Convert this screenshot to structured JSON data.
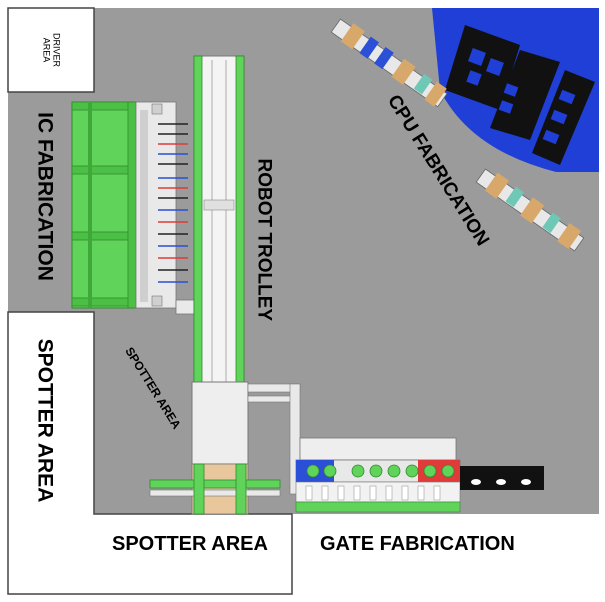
{
  "labels": {
    "driver_area": [
      "DRIVER",
      "AREA"
    ],
    "ic_fabrication": "IC FABRICATION",
    "robot_trolley": "ROBOT TROLLEY",
    "cpu_fabrication": "CPU FABRICATION",
    "spotter_area_left": "SPOTTER AREA",
    "spotter_area_diagonal": "SPOTTER AREA",
    "spotter_area_bottom": "SPOTTER AREA",
    "gate_fabrication": "GATE FABRICATION"
  },
  "colors": {
    "floor": "#9b9b9b",
    "frame_green": "#5fd35a",
    "frame_green_dark": "#2f8a2a",
    "track_white": "#f4f4f4",
    "cpu_blue": "#1f3fd6",
    "cpu_black": "#111111",
    "wood": "#d8a86a",
    "teal": "#6fc7b6",
    "rack_red": "#e03a3a",
    "rack_blue": "#2b4fd6",
    "border": "#333333"
  }
}
